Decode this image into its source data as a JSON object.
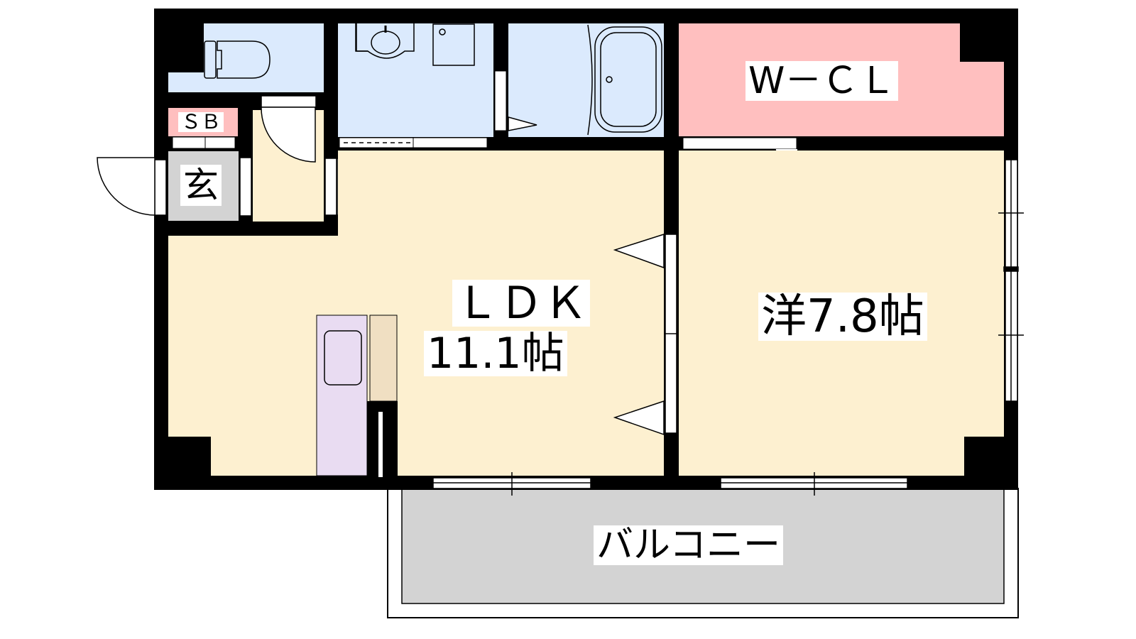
{
  "rooms": {
    "wcl": {
      "label": "W－ＣＬ",
      "color": "#ffbfbf"
    },
    "sb": {
      "label": "ＳＢ",
      "color": "#ffbfbf"
    },
    "entrance": {
      "label": "玄",
      "color": "#d3d3d3"
    },
    "ldk": {
      "label": "ＬＤＫ",
      "size": "11.1帖",
      "color": "#fdf0d0"
    },
    "western": {
      "label": "洋7.8帖",
      "color": "#fdf0d0"
    },
    "balcony": {
      "label": "バルコニー",
      "color": "#d3d3d3"
    },
    "wet": {
      "color": "#dbeafd"
    },
    "kitchen": {
      "color": "#e9dcf2"
    }
  }
}
